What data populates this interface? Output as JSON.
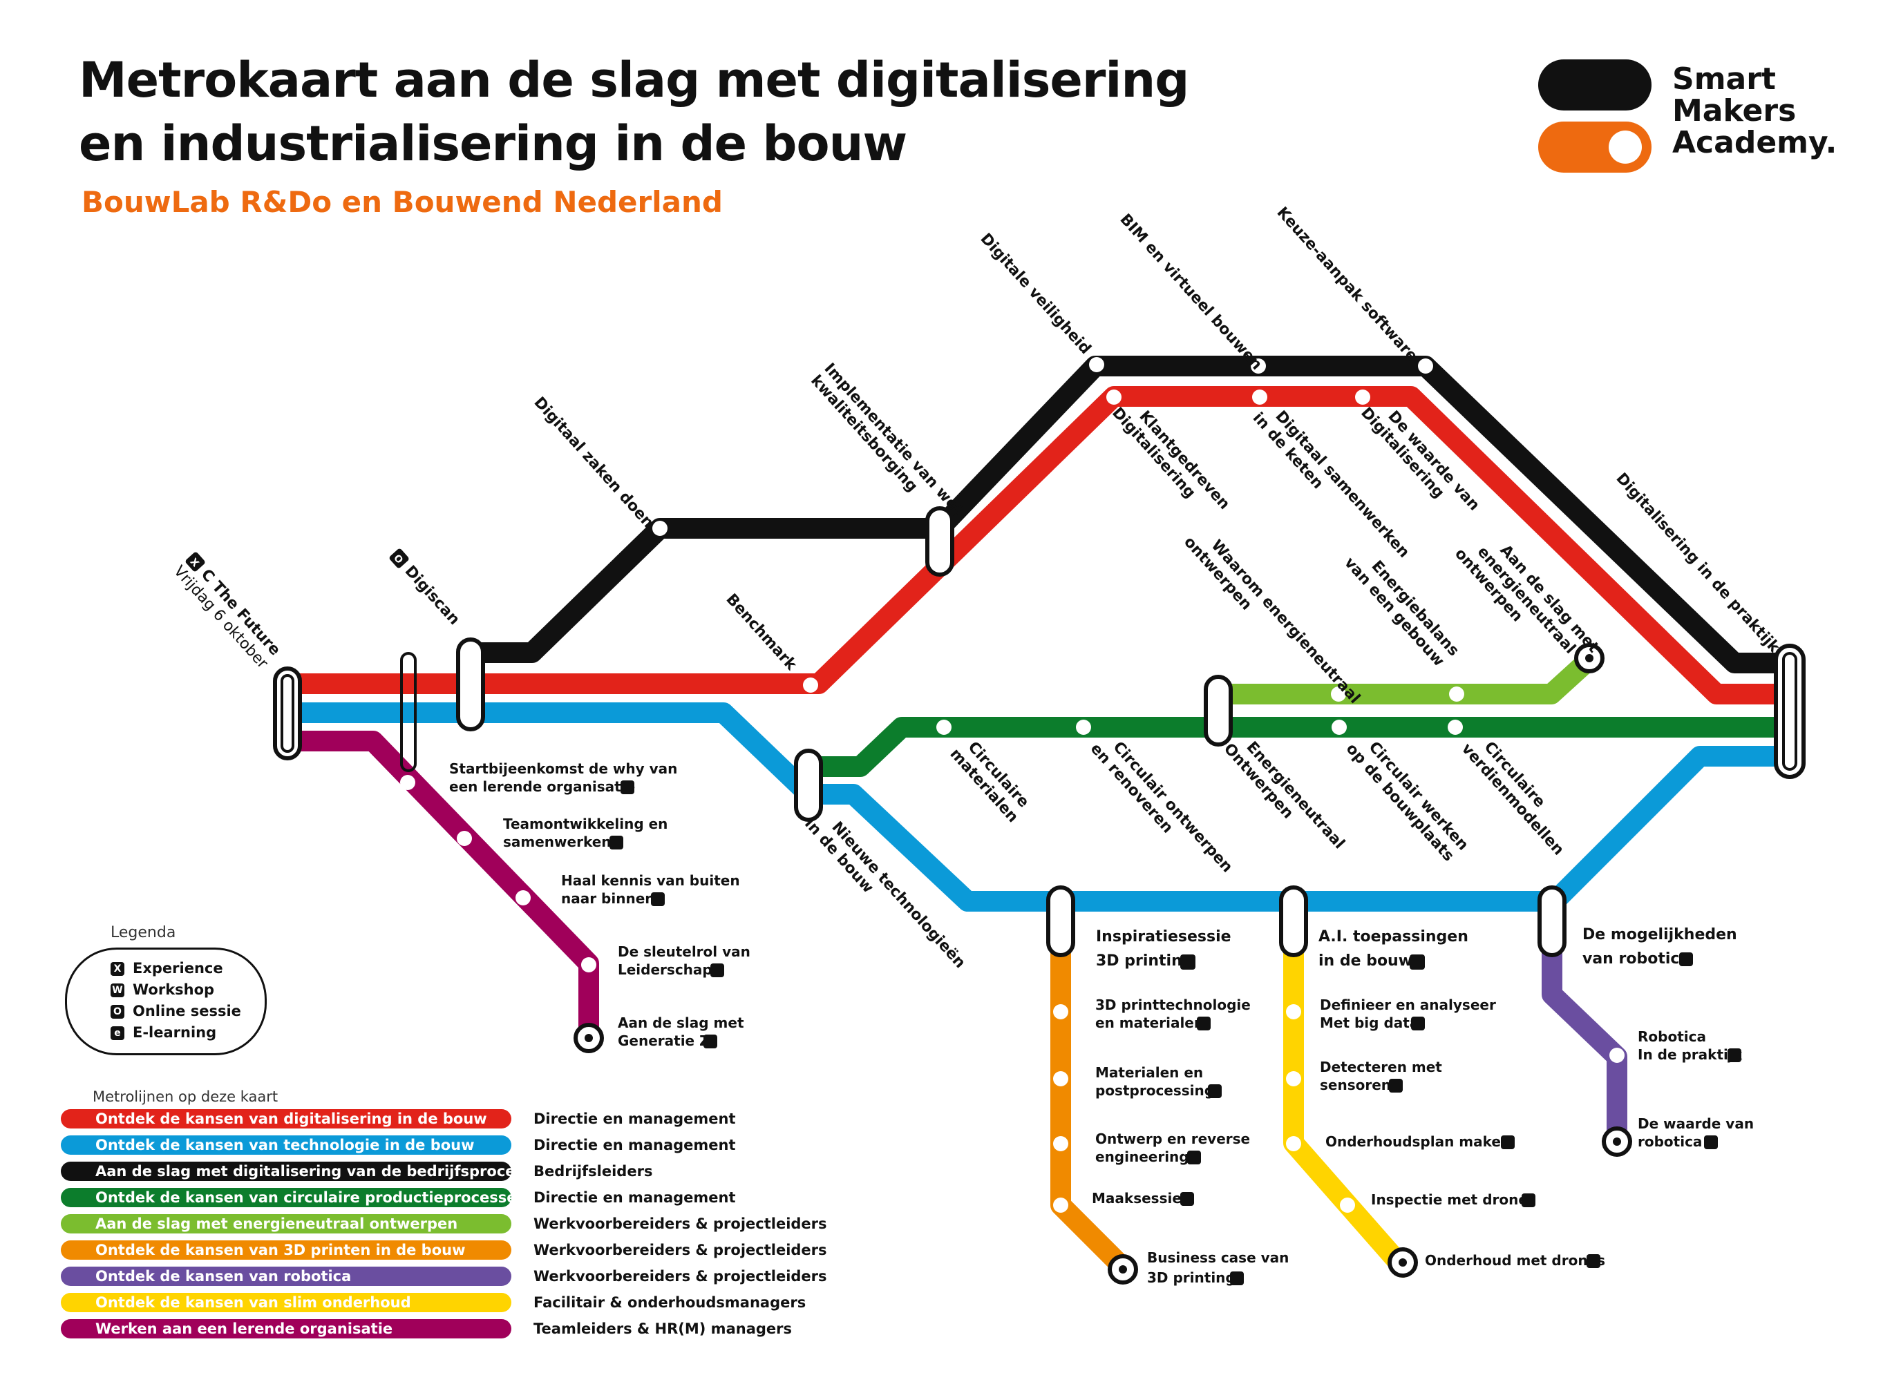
{
  "header": {
    "title_line1": "Metrokaart aan de slag met digitalisering",
    "title_line2": "en industrialisering in de bouw",
    "subtitle": "BouwLab R&Do en Bouwend Nederland"
  },
  "logo": {
    "line1": "Smart",
    "line2": "Makers",
    "line3": "Academy."
  },
  "colors": {
    "red": "#e2231a",
    "blue": "#0b9ad8",
    "black": "#111111",
    "dark_green": "#0c7d2c",
    "light_green": "#7bbd2f",
    "orange": "#f08a00",
    "purple": "#6a4ea0",
    "yellow": "#ffd400",
    "maroon": "#a0005a",
    "accent_orange": "#ee6a10"
  },
  "badge_letters": {
    "experience": "X",
    "workshop": "W",
    "online": "O",
    "elearning": "e"
  },
  "legend": {
    "title": "Legenda",
    "items": [
      "Experience",
      "Workshop",
      "Online sessie",
      "E-learning"
    ]
  },
  "metrolines": {
    "title": "Metrolijnen op deze kaart",
    "rows": [
      {
        "name": "Ontdek de kansen van digitalisering in de bouw",
        "audience": "Directie en management",
        "color": "#e2231a"
      },
      {
        "name": "Ontdek de kansen van technologie in de bouw",
        "audience": "Directie en management",
        "color": "#0b9ad8"
      },
      {
        "name": "Aan de slag met digitalisering van de bedrijfsprocessen",
        "audience": "Bedrijfsleiders",
        "color": "#111111"
      },
      {
        "name": "Ontdek de kansen van circulaire productieprocessen",
        "audience": "Directie en management",
        "color": "#0c7d2c"
      },
      {
        "name": "Aan de slag met energieneutraal ontwerpen",
        "audience": "Werkvoorbereiders & projectleiders",
        "color": "#7bbd2f"
      },
      {
        "name": "Ontdek de kansen van 3D printen in de bouw",
        "audience": "Werkvoorbereiders & projectleiders",
        "color": "#f08a00"
      },
      {
        "name": "Ontdek de kansen van robotica",
        "audience": "Werkvoorbereiders & projectleiders",
        "color": "#6a4ea0"
      },
      {
        "name": "Ontdek de kansen van slim onderhoud",
        "audience": "Facilitair & onderhoudsmanagers",
        "color": "#ffd400"
      },
      {
        "name": "Werken aan een lerende organisatie",
        "audience": "Teamleiders & HR(M) managers",
        "color": "#a0005a"
      }
    ]
  },
  "stations": {
    "cthefuture": {
      "name": "C The Future",
      "date": "Vrijdag 6 oktober"
    },
    "digiscan": "Digiscan",
    "digitaal_zaken": "Digitaal zaken doen",
    "implementatie_1": "Implementatie van wet",
    "implementatie_2": "kwaliteitsborging",
    "digitale_veiligheid": "Digitale veiligheid",
    "bim": "BIM en virtueel bouwen",
    "keuze": "Keuze-aanpak software",
    "benchmark": "Benchmark",
    "klantgedreven_1": "Klantgedreven",
    "klantgedreven_2": "Digitalisering",
    "samenwerken_1": "Digitaal samenwerken",
    "samenwerken_2": "in de keten",
    "waarde_dig_1": "De waarde van",
    "waarde_dig_2": "Digitalisering",
    "praktijk": "Digitalisering in de praktijk",
    "waarom_1": "Waarom energieneutraal",
    "waarom_2": "ontwerpen",
    "energiebalans_1": "Energiebalans",
    "energiebalans_2": "van een gebouw",
    "aandeslag_1": "Aan de slag met",
    "aandeslag_2": "energieneutraal",
    "aandeslag_3": "ontwerpen",
    "circ_mat_1": "Circulaire",
    "circ_mat_2": "materialen",
    "circ_ontw_1": "Circulair ontwerpen",
    "circ_ontw_2": "en renoveren",
    "energieneutraal_1": "Energieneutraal",
    "energieneutraal_2": "Ontwerpen",
    "circ_werken_1": "Circulair werken",
    "circ_werken_2": "op de bouwplaats",
    "circ_verdien_1": "Circulaire",
    "circ_verdien_2": "verdienmodellen",
    "nieuwe_tech_1": "Nieuwe technologieën",
    "nieuwe_tech_2": "in de bouw",
    "startbijeen_1": "Startbijeenkomst de why van",
    "startbijeen_2": "een lerende organisatie",
    "team_1": "Teamontwikkeling en",
    "team_2": "samenwerken",
    "kennis_1": "Haal kennis van buiten",
    "kennis_2": "naar binnen",
    "sleutel_1": "De sleutelrol van",
    "sleutel_2": "Leiderschap",
    "generatie_1": "Aan de slag met",
    "generatie_2": "Generatie Z",
    "insp_1": "Inspiratiesessie",
    "insp_2": "3D printing",
    "ai_1": "A.I. toepassingen",
    "ai_2": "in de bouw",
    "robot_1": "De mogelijkheden",
    "robot_2": "van robotica",
    "printtech_1": "3D printtechnologie",
    "printtech_2": "en materialen",
    "postproc_1": "Materialen en",
    "postproc_2": "postprocessing",
    "reverse_1": "Ontwerp en reverse",
    "reverse_2": "engineering",
    "maaksessie": "Maaksessie",
    "business_1": "Business case van",
    "business_2": "3D printing",
    "bigdata_1": "Definieer en analyseer",
    "bigdata_2": "Met big data",
    "sensoren_1": "Detecteren met",
    "sensoren_2": "sensoren",
    "onderhoudsplan": "Onderhoudsplan maken",
    "inspectie": "Inspectie met drones",
    "onderhoud_drones": "Onderhoud met drones",
    "robot_praktijk_1": "Robotica",
    "robot_praktijk_2": "In de praktijk",
    "robot_waarde_1": "De waarde van",
    "robot_waarde_2": "robotica"
  }
}
